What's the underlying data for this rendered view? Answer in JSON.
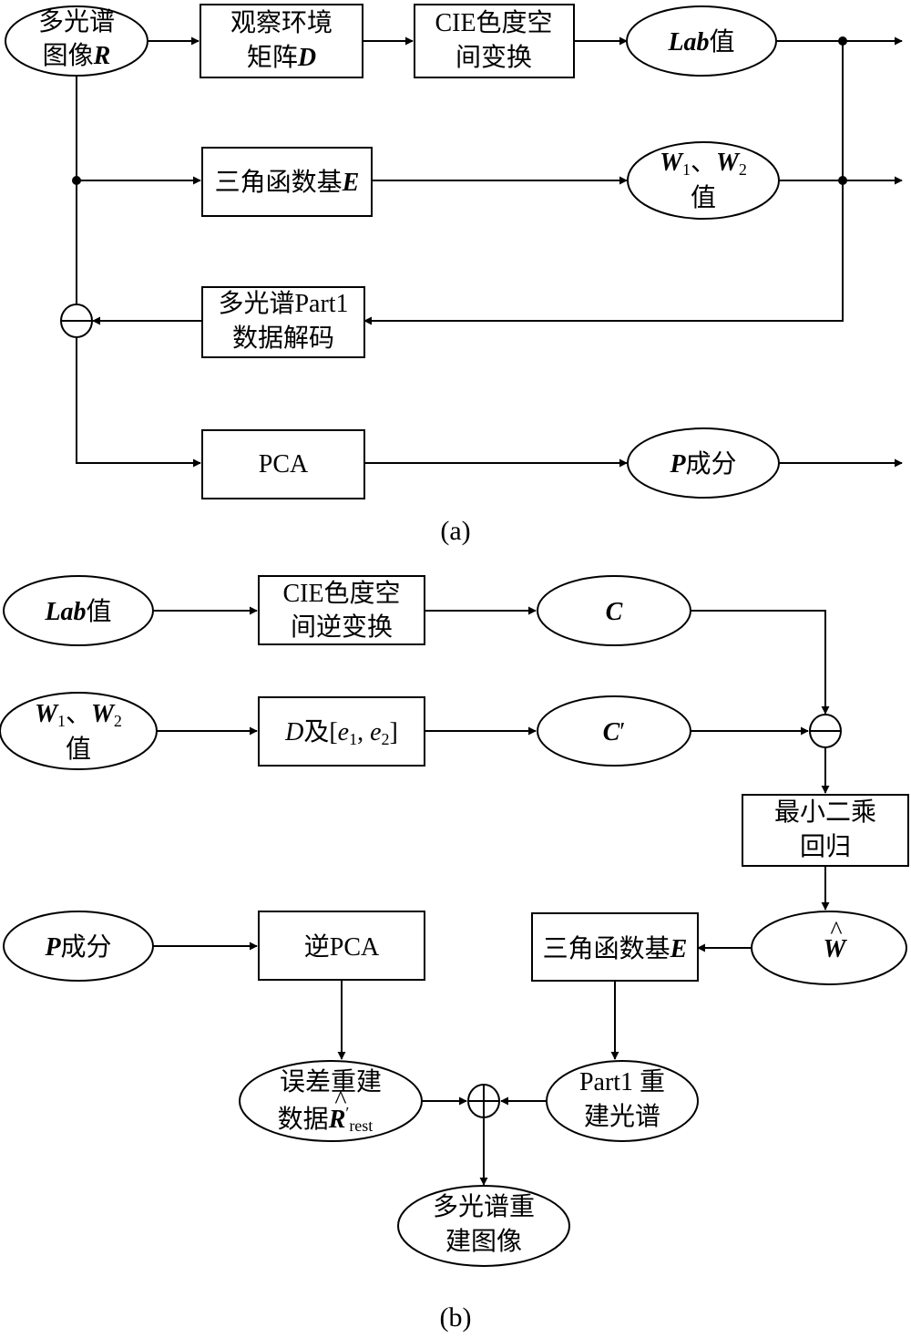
{
  "panel_a": {
    "caption": "(a)",
    "nodes": {
      "multispectral_image": {
        "line1": "多光谱",
        "line2_text": "图像",
        "line2_var": "R"
      },
      "viewing_matrix": {
        "line1": "观察环境",
        "line2_text": "矩阵",
        "line2_var": "D"
      },
      "cie_transform": {
        "line1": "CIE色度空",
        "line2": "间变换"
      },
      "lab_values": {
        "var": "Lab",
        "text": "值"
      },
      "trig_basis": {
        "text": "三角函数基",
        "var": "E"
      },
      "w_values": {
        "w1": "W",
        "sub1": "1",
        "sep": "、",
        "w2": "W",
        "sub2": "2",
        "line2": "值"
      },
      "part1_decode": {
        "line1": "多光谱Part1",
        "line2": "数据解码"
      },
      "pca": {
        "text": "PCA"
      },
      "p_components": {
        "var": "P",
        "text": "成分"
      },
      "subtract_op": {
        "symbol": "−"
      }
    }
  },
  "panel_b": {
    "caption": "(b)",
    "nodes": {
      "lab_values": {
        "var": "Lab",
        "text": "值"
      },
      "cie_inverse": {
        "line1": "CIE色度空",
        "line2": "间逆变换"
      },
      "c": {
        "var": "C"
      },
      "w_values": {
        "w1": "W",
        "sub1": "1",
        "sep": "、",
        "w2": "W",
        "sub2": "2",
        "line2": "值"
      },
      "d_and_e": {
        "d": "D",
        "ji": "及[",
        "e1": "e",
        "sub1": "1",
        "comma": ", ",
        "e2": "e",
        "sub2": "2",
        "close": "]"
      },
      "c_prime": {
        "var": "C",
        "prime": "′"
      },
      "subtract_op": {
        "symbol": "−"
      },
      "least_squares": {
        "line1": "最小二乘",
        "line2": "回归"
      },
      "w_hat": {
        "var": "W",
        "hat": "^"
      },
      "p_components": {
        "var": "P",
        "text": "成分"
      },
      "inverse_pca": {
        "text": "逆PCA"
      },
      "trig_basis": {
        "text": "三角函数基",
        "var": "E"
      },
      "error_reconstruction": {
        "line1": "误差重建",
        "line2_text": "数据",
        "var": "R",
        "hat": "^",
        "prime": "′",
        "sub": "rest"
      },
      "add_op": {
        "symbol": "+"
      },
      "part1_spectrum": {
        "line1": "Part1 重",
        "line2": "建光谱"
      },
      "reconstructed_image": {
        "line1": "多光谱重",
        "line2": "建图像"
      }
    }
  }
}
